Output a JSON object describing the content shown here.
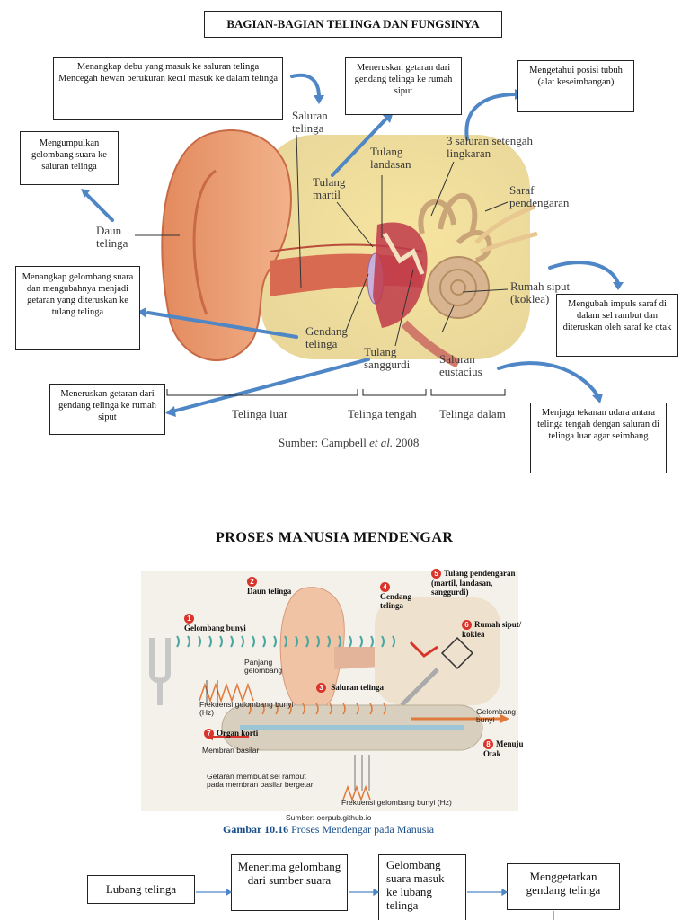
{
  "section1": {
    "title": "BAGIAN-BAGIAN TELINGA DAN FUNGSINYA",
    "boxes": {
      "saluran_fungsi": "Menangkap debu yang masuk ke saluran telinga Mencegah hewan berukuran kecil masuk ke dalam telinga",
      "tulang_landasan_fungsi": "Meneruskan getaran dari gendang telinga ke rumah siput",
      "saluran_setengah_fungsi": "Mengetahui posisi tubuh (alat keseimbangan)",
      "daun_fungsi": "Mengumpulkan gelombang suara ke saluran telinga",
      "gendang_fungsi": "Menangkap gelombang suara dan mengubahnya menjadi getaran yang diteruskan ke tulang telinga",
      "rumah_siput_fungsi": "Mengubah impuls saraf di dalam sel rambut dan diteruskan oleh saraf ke otak",
      "sanggurdi_fungsi": "Meneruskan getaran dari gendang telinga ke rumah siput",
      "eustacius_fungsi": "Menjaga tekanan udara antara telinga tengah dengan saluran di telinga luar agar seimbang"
    },
    "labels": {
      "saluran": "Saluran telinga",
      "tulang_landasan": "Tulang landasan",
      "tulang_martil": "Tulang martil",
      "setengah": "3 saluran setengah lingkaran",
      "saraf": "Saraf pendengaran",
      "daun": "Daun telinga",
      "rumah_siput": "Rumah siput (koklea)",
      "gendang": "Gendang telinga",
      "sanggurdi": "Tulang sanggurdi",
      "eustacius": "Saluran eustacius",
      "luar": "Telinga luar",
      "tengah": "Telinga tengah",
      "dalam": "Telinga dalam",
      "sumber_pre": "Sumber: Campbell ",
      "sumber_it": "et al.",
      "sumber_post": " 2008"
    }
  },
  "section2": {
    "title": "PROSES MANUSIA MENDENGAR",
    "labels": {
      "n1": "1",
      "gelombang_bunyi": "Gelombang bunyi",
      "panjang": "Panjang gelombang",
      "frekuensi1": "Frekuensi gelombang bunyi (Hz)",
      "n2": "2",
      "daun": "Daun telinga",
      "n3": "3",
      "saluran": "Saluran telinga",
      "n4": "4",
      "gendang": "Gendang telinga",
      "n5": "5",
      "tulang": "Tulang pendengaran (martil, landasan, sanggurdi)",
      "n6": "6",
      "rumah": "Rumah siput/ koklea",
      "n7": "7",
      "organ": "Organ korti",
      "membran": "Membran basilar",
      "getaran": "Getaran membuat sel rambut pada membran basilar bergetar",
      "gel2": "Gelombang bunyi",
      "n8": "8",
      "menuju": "Menuju Otak",
      "frekuensi2": "Frekuensi gelombang bunyi (Hz)",
      "sumber": "Sumber: oerpub.github.io",
      "caption_b": "Gambar 10.16",
      "caption": " Proses Mendengar pada Manusia"
    },
    "flow": [
      "Lubang telinga",
      "Menerima gelombang dari sumber suara",
      "Gelombang suara masuk ke lubang telinga",
      "Menggetarkan gendang telinga"
    ]
  },
  "colors": {
    "arrow": "#4f86c6",
    "skin": "#e9a27a",
    "canal": "#d96a52",
    "cochlea": "#d8b590"
  }
}
